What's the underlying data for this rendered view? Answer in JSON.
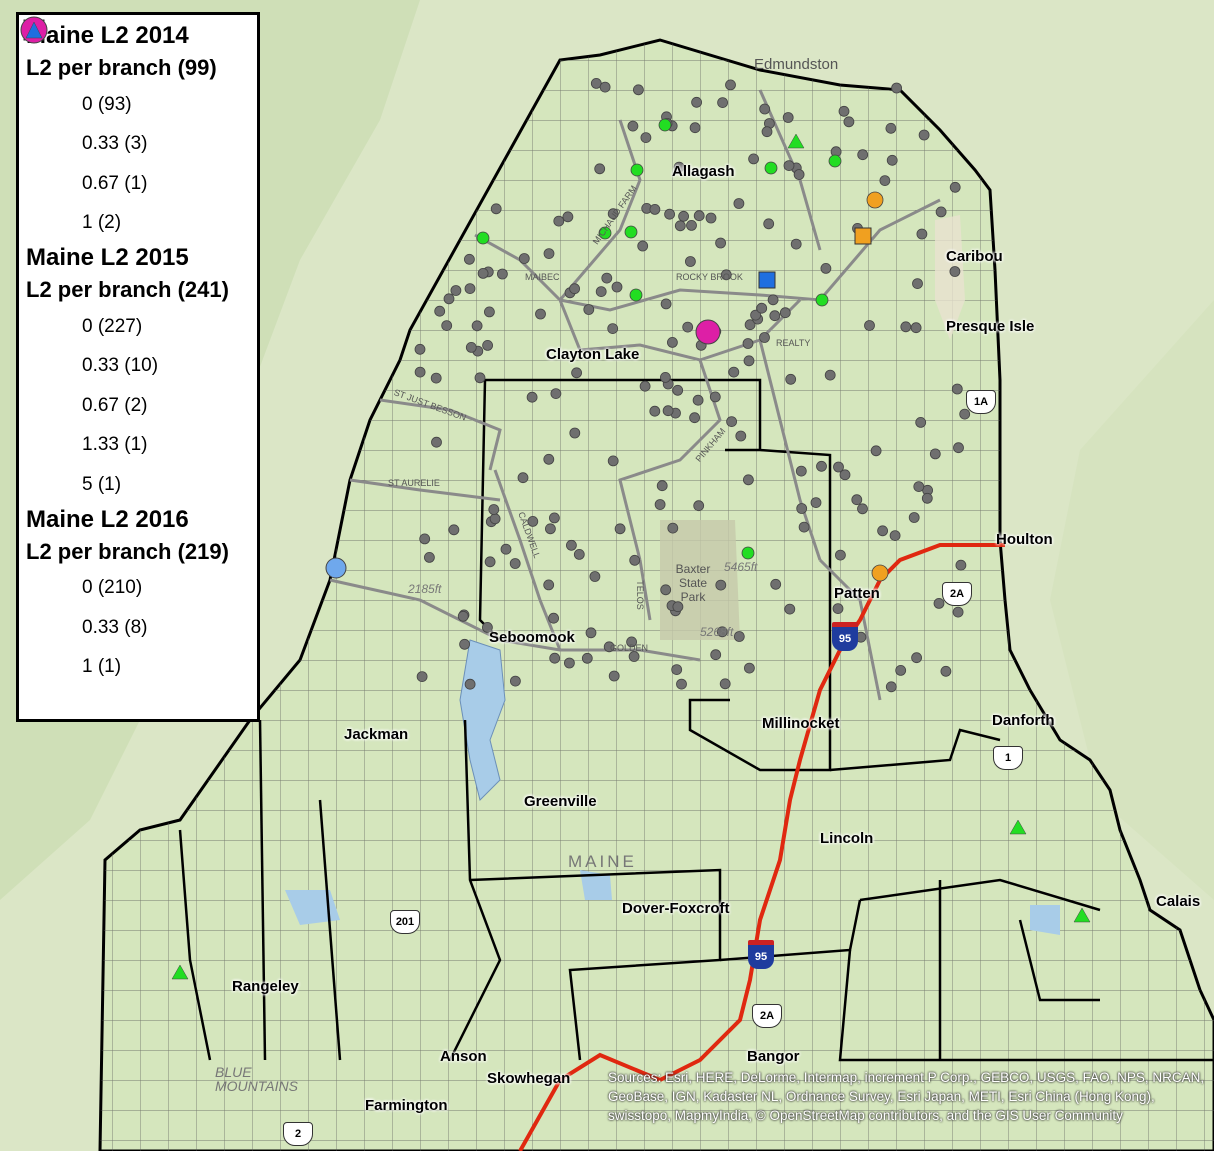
{
  "legend": {
    "groups": [
      {
        "title": "Maine L2 2014",
        "subtitle": "L2 per branch (99)",
        "items": [
          {
            "label": "0 (93)",
            "shape": "square",
            "color": "#777777",
            "size": "small"
          },
          {
            "label": "0.33 (3)",
            "shape": "square",
            "color": "#22cc22",
            "size": "medium"
          },
          {
            "label": "0.67 (1)",
            "shape": "square",
            "color": "#f0a020",
            "size": "large"
          },
          {
            "label": "1 (2)",
            "shape": "square",
            "color": "#1f6fe0",
            "size": "xlarge"
          }
        ]
      },
      {
        "title": "Maine L2 2015",
        "subtitle": "L2 per branch (241)",
        "items": [
          {
            "label": "0 (227)",
            "shape": "circle",
            "color": "#6f6f6f",
            "size": "small"
          },
          {
            "label": "0.33 (10)",
            "shape": "circle",
            "color": "#22dd22",
            "size": "medium"
          },
          {
            "label": "0.67 (2)",
            "shape": "circle",
            "color": "#f0a020",
            "size": "large"
          },
          {
            "label": "1.33 (1)",
            "shape": "circle",
            "color": "#6fa8ec",
            "size": "xlarge"
          },
          {
            "label": "5 (1)",
            "shape": "circle",
            "color": "#dd1fa6",
            "size": "xxlarge"
          }
        ]
      },
      {
        "title": "Maine L2 2016",
        "subtitle": "L2 per branch (219)",
        "items": [
          {
            "label": "0 (210)",
            "shape": "triangle",
            "color": "#777777",
            "size": "small"
          },
          {
            "label": "0.33 (8)",
            "shape": "triangle",
            "color": "#22dd22",
            "size": "medium"
          },
          {
            "label": "1 (1)",
            "shape": "triangle",
            "color": "#1f6fe0",
            "size": "large"
          }
        ]
      }
    ]
  },
  "places": [
    "Edmundston",
    "Allagash",
    "Caribou",
    "Presque Isle",
    "Clayton Lake",
    "Houlton",
    "Patten",
    "Seboomook",
    "Millinocket",
    "Danforth",
    "Jackman",
    "Greenville",
    "Lincoln",
    "Dover-Foxcroft",
    "Calais",
    "Rangeley",
    "Bangor",
    "Anson",
    "Skowhegan",
    "Farmington"
  ],
  "light_labels": [
    "Baxter State Park",
    "MAINE",
    "BLUE MOUNTAINS",
    "5268ft",
    "5465ft",
    "2185ft"
  ],
  "road_labels": [
    "MAIBEC",
    "MICHAUD FARM",
    "ROCKY BROOK",
    "REALTY",
    "ST JUST BESSON",
    "ST AURELIE",
    "CALDWELL",
    "PINKHAM",
    "TELOS",
    "GOLDEN"
  ],
  "shields": [
    "1A",
    "2A",
    "1",
    "201",
    "2A",
    "2"
  ],
  "interstates": [
    "95",
    "95"
  ],
  "attribution": "Sources: Esri, HERE, DeLorme, Intermap, increment P Corp., GEBCO, USGS, FAO, NPS, NRCAN, GeoBase, IGN, Kadaster NL, Ordnance Survey, Esri Japan, METI, Esri China (Hong Kong), swisstopo, MapmyIndia, © OpenStreetMap contributors, and the GIS User Community"
}
